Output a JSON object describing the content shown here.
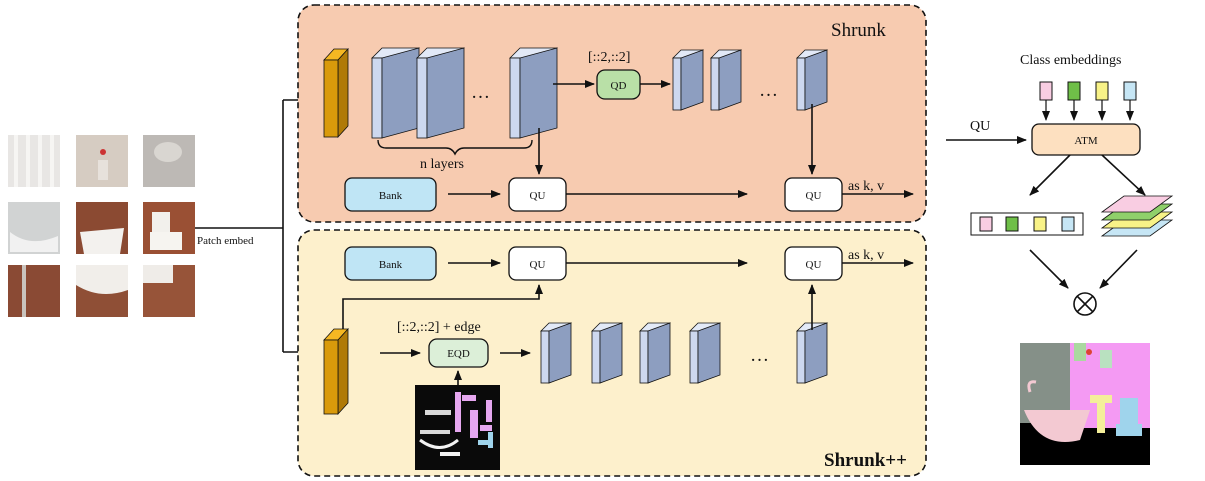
{
  "panels": {
    "top_title": "Shrunk",
    "bottom_title": "Shrunk++"
  },
  "labels": {
    "patch_embed": "Patch embed",
    "n_layers": "n layers",
    "qd_stride": "[::2,::2]",
    "eqd_stride": "[::2,::2] + edge",
    "ellipsis": "…",
    "as_kv": "as k, v",
    "qu_in": "QU",
    "class_embeddings": "Class embeddings",
    "product": "⊗"
  },
  "blocks": {
    "bank": "Bank",
    "qu": "QU",
    "qd": "QD",
    "eqd": "EQD",
    "atm": "ATM"
  },
  "colors": {
    "top_panel": "#f7cbb0",
    "bottom_panel": "#fdf0cc",
    "embed_block": "#d99a0b",
    "embed_front": "#f5b722",
    "layer_front": "#8d9ec0",
    "layer_side": "#cdd8ef",
    "bank_fill": "#bfe5f5",
    "qd_fill": "#b9e0a7",
    "eqd_fill": "#dcefd8",
    "atm_fill": "#fde0c0",
    "class_colors": [
      "#f9cde2",
      "#6fbf48",
      "#f8f287",
      "#c6e6f5"
    ]
  }
}
